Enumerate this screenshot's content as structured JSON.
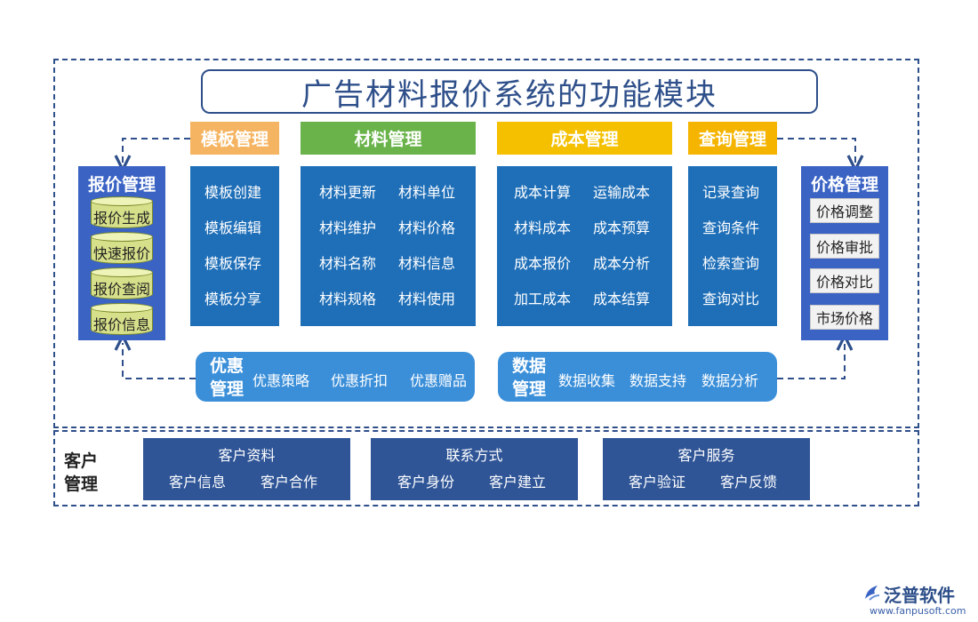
{
  "title": "广告材料报价系统的功能模块",
  "modules": {
    "template": {
      "label": "模板管理",
      "color": "#f5b461",
      "items": [
        "模板创建",
        "模板编辑",
        "模板保存",
        "模板分享"
      ]
    },
    "material": {
      "label": "材料管理",
      "color": "#6ab34a",
      "items": [
        "材料更新",
        "材料单位",
        "材料维护",
        "材料价格",
        "材料名称",
        "材料信息",
        "材料规格",
        "材料使用"
      ]
    },
    "cost": {
      "label": "成本管理",
      "color": "#f5c000",
      "items": [
        "成本计算",
        "运输成本",
        "材料成本",
        "成本预算",
        "成本报价",
        "成本分析",
        "加工成本",
        "成本结算"
      ]
    },
    "query": {
      "label": "查询管理",
      "color": "#f5b400",
      "items": [
        "记录查询",
        "查询条件",
        "检索查询",
        "查询对比"
      ]
    }
  },
  "quote": {
    "label": "报价管理",
    "items": [
      "报价生成",
      "快速报价",
      "报价查阅",
      "报价信息"
    ]
  },
  "price": {
    "label": "价格管理",
    "items": [
      "价格调整",
      "价格审批",
      "价格对比",
      "市场价格"
    ]
  },
  "discount": {
    "label_line1": "优惠",
    "label_line2": "管理",
    "items": [
      "优惠策略",
      "优惠折扣",
      "优惠赠品"
    ]
  },
  "data": {
    "label_line1": "数据",
    "label_line2": "管理",
    "items": [
      "数据收集",
      "数据支持",
      "数据分析"
    ]
  },
  "customer": {
    "label_line1": "客户",
    "label_line2": "管理",
    "groups": [
      {
        "title": "客户资料",
        "items": [
          "客户信息",
          "客户合作"
        ]
      },
      {
        "title": "联系方式",
        "items": [
          "客户身份",
          "客户建立"
        ]
      },
      {
        "title": "客户服务",
        "items": [
          "客户验证",
          "客户反馈"
        ]
      }
    ]
  },
  "logo": {
    "name": "泛普软件",
    "url": "www.fanpusoft.com"
  },
  "colors": {
    "frame": "#2e4f8a",
    "column": "#1f6fb8",
    "side": "#3a63c4",
    "pill": "#3b8fd9",
    "customer": "#2f5597"
  }
}
